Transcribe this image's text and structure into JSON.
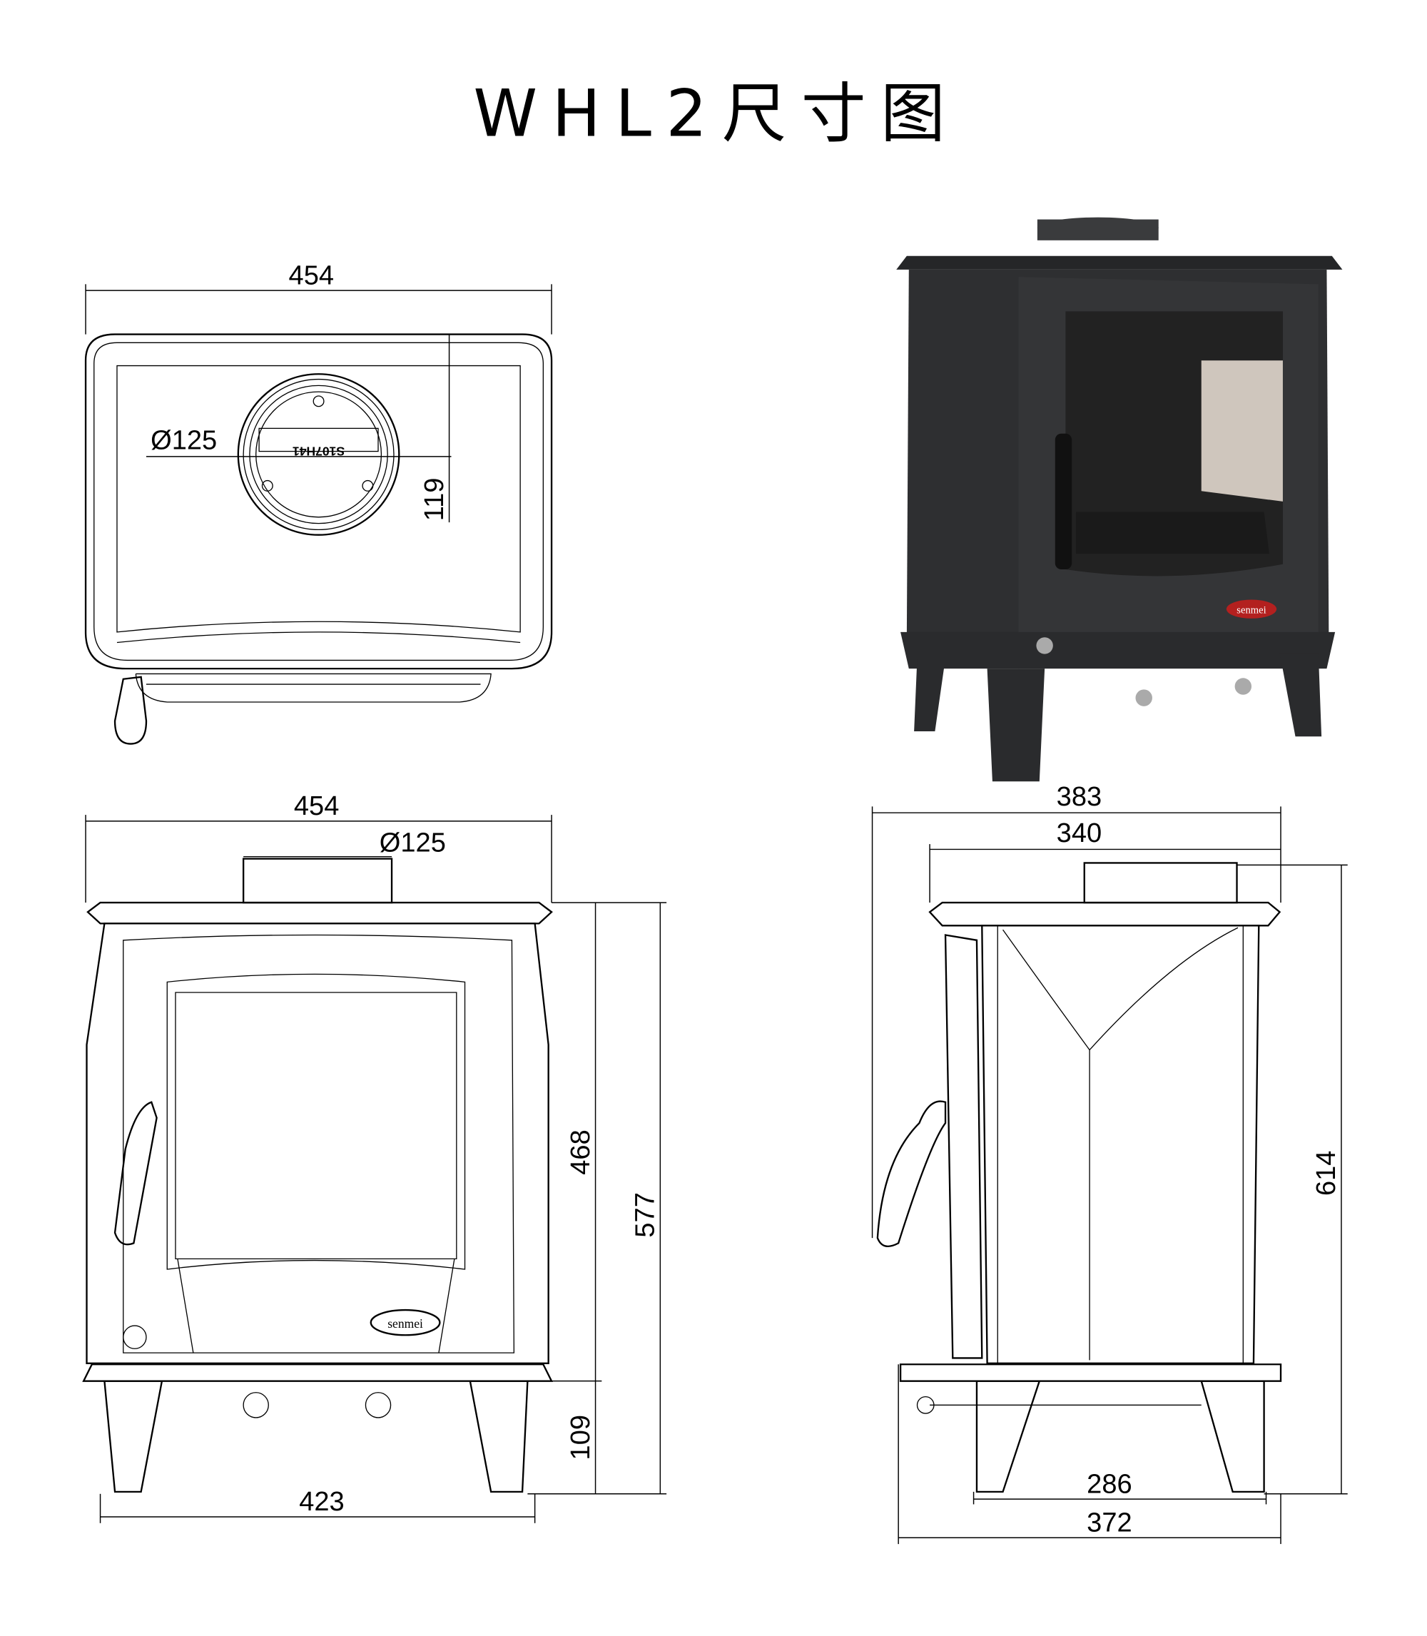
{
  "title": "WHL2尺寸图",
  "top_view": {
    "width": "454",
    "flue_diameter": "Ø125",
    "flue_offset": "119",
    "flue_marking": "S107H41"
  },
  "front_view": {
    "width": "454",
    "flue_diameter": "Ø125",
    "body_height": "468",
    "total_height": "577",
    "leg_height": "109",
    "leg_span": "423",
    "logo": "senmei"
  },
  "side_view": {
    "overall_depth": "383",
    "top_depth": "340",
    "total_height": "614",
    "leg_inner": "286",
    "base_depth": "372"
  },
  "photo": {
    "logo": "senmei"
  },
  "colors": {
    "line": "#000000",
    "stove_body": "#2e2f31",
    "firebrick": "#cfc6bd",
    "logo_red": "#b3201f"
  }
}
